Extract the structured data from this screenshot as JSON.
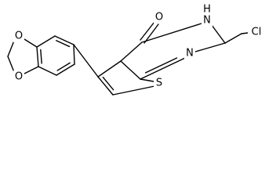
{
  "structure": {
    "atoms": {
      "carbonyl_oxygen": "O",
      "nh_group": "H",
      "nh_nitrogen": "N",
      "ring_nitrogen": "N",
      "thiophene_sulfur": "S",
      "chlorine": "Cl",
      "dioxole_oxygen_top": "O",
      "dioxole_oxygen_bottom": "O"
    },
    "colors": {
      "bond": "#000000",
      "label": "#000000",
      "background": "#ffffff"
    }
  }
}
